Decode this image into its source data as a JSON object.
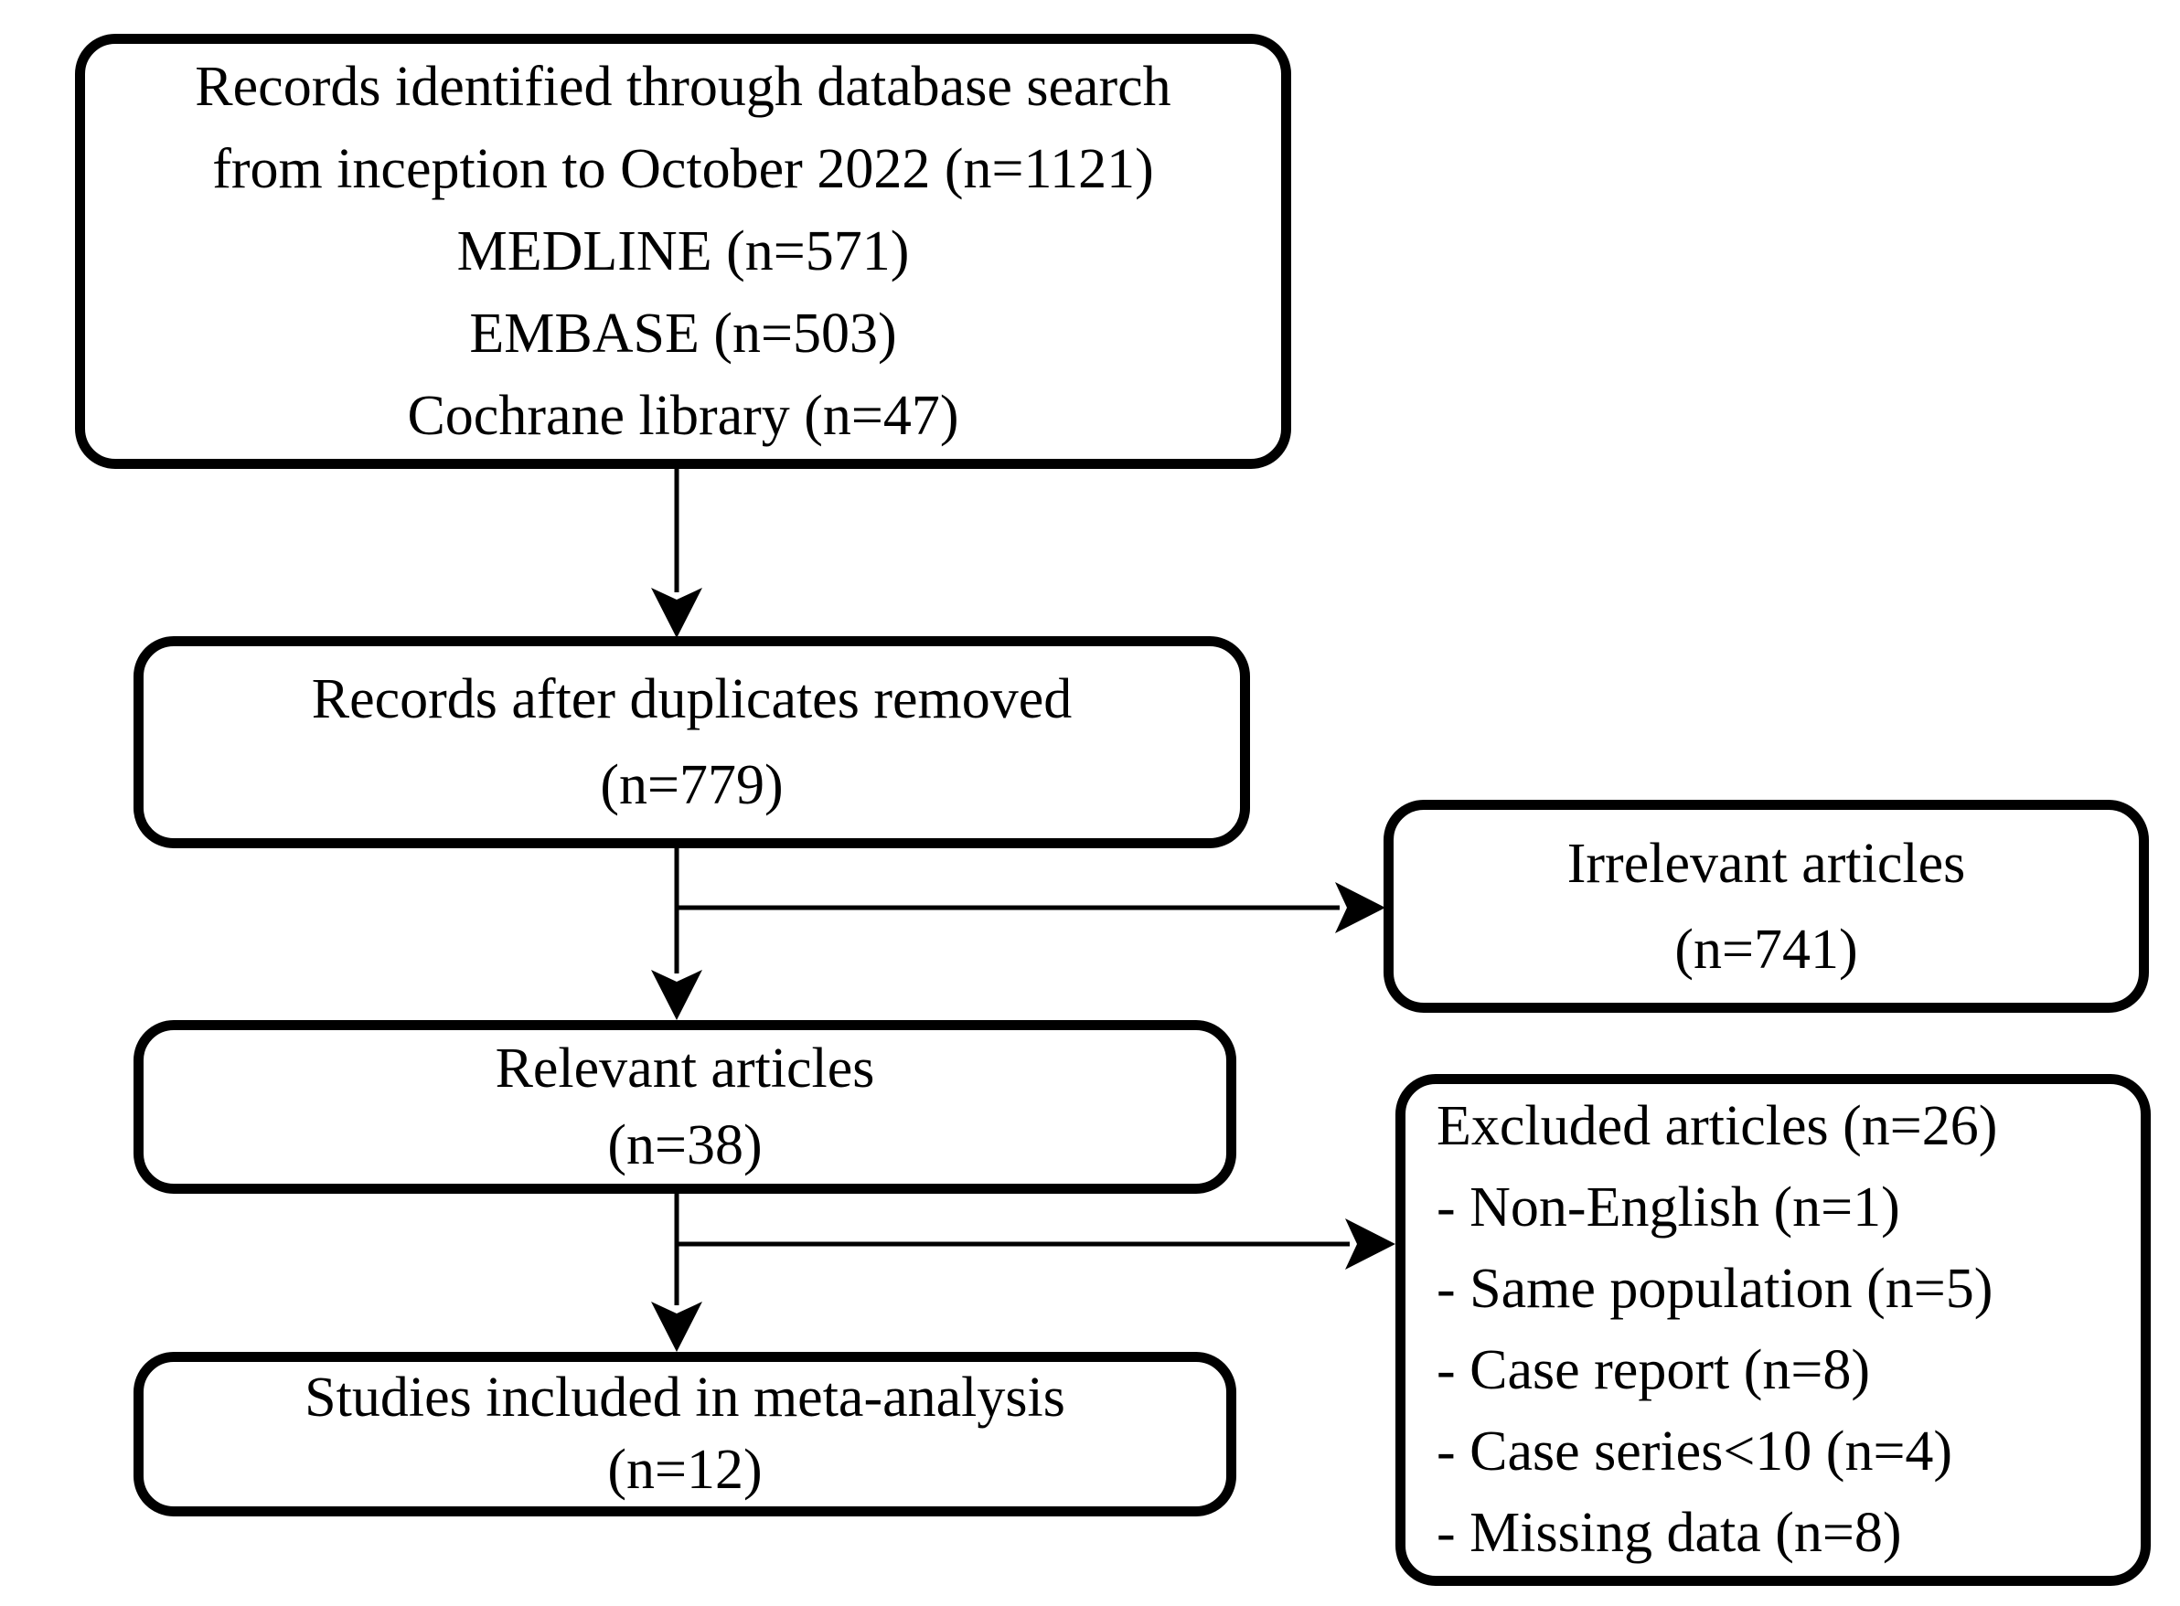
{
  "diagram": {
    "type": "flowchart",
    "colors": {
      "stroke": "#000000",
      "text": "#000000",
      "background": "#ffffff"
    },
    "boxes": {
      "identification": {
        "lines": [
          "Records identified through database search",
          "from inception to October 2022 (n=1121)",
          "MEDLINE (n=571)",
          "EMBASE (n=503)",
          "Cochrane library (n=47)"
        ]
      },
      "duplicates_removed": {
        "lines": [
          "Records after duplicates removed",
          "(n=779)"
        ]
      },
      "irrelevant": {
        "lines": [
          "Irrelevant articles",
          "(n=741)"
        ]
      },
      "relevant": {
        "lines": [
          "Relevant articles",
          "(n=38)"
        ]
      },
      "excluded": {
        "lines": [
          "Excluded articles (n=26)",
          "- Non-English (n=1)",
          "- Same population (n=5)",
          "- Case report (n=8)",
          "- Case series<10 (n=4)",
          "- Missing data (n=8)"
        ]
      },
      "included": {
        "lines": [
          "Studies included in meta-analysis",
          "(n=12)"
        ]
      }
    }
  }
}
